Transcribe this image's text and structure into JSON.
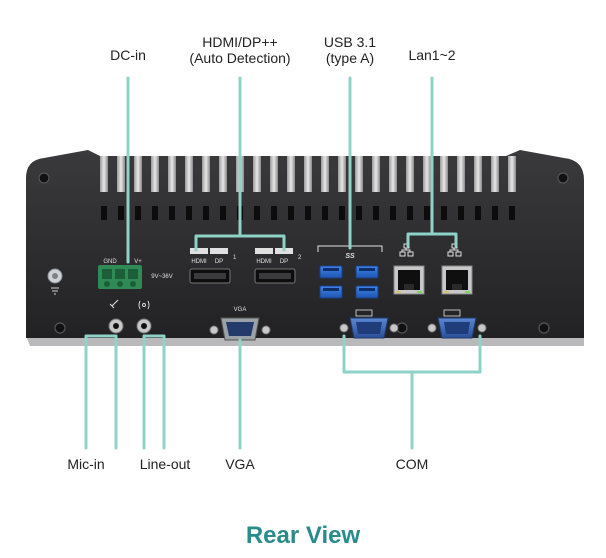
{
  "callouts": {
    "dc_in": "DC-in",
    "hdmi_dp_line1": "HDMI/DP++",
    "hdmi_dp_line2": "(Auto Detection)",
    "usb_line1": "USB 3.1",
    "usb_line2": "(type A)",
    "lan": "Lan1~2",
    "mic_in": "Mic-in",
    "line_out": "Line-out",
    "vga": "VGA",
    "com": "COM"
  },
  "panel_labels": {
    "gnd": "GND",
    "vplus": "V+",
    "voltage": "9V~36V",
    "hdmi": "HDMI",
    "dp": "DP",
    "port1": "1",
    "port2": "2",
    "vga": "VGA",
    "usb_logo": "SS"
  },
  "caption": "Rear View",
  "colors": {
    "callout_line": "#8fd3c8",
    "caption": "#2a8c8a",
    "chassis": "#2b2b2d",
    "usb_blue": "#2d6fd6",
    "com_blue": "#3a67b8",
    "terminal_green": "#2f8a55"
  }
}
